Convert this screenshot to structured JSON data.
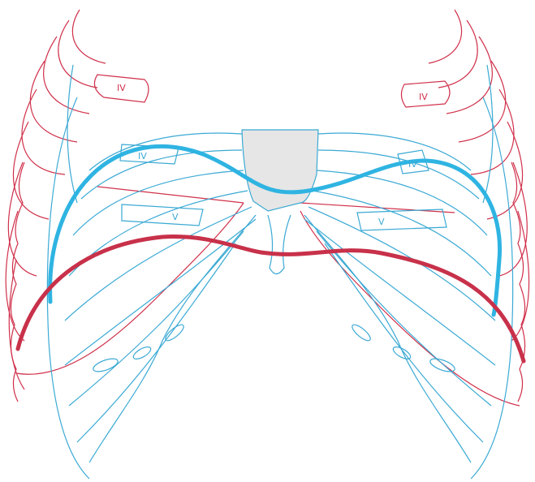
{
  "colors": {
    "expiration": "#c8314a",
    "inspiration": "#2fb4e2",
    "ribOutline": "#d0304a",
    "ribBlue": "#3aa9d4",
    "sternumShade": "#e6e6e6",
    "paper": "#ffffff"
  },
  "labels": {
    "red_left_iv": "IV",
    "red_right_iv": "IV",
    "blue_left_iv": "IV",
    "blue_right_iv": "IV",
    "blue_left_v": "V",
    "blue_right_v": "V"
  }
}
